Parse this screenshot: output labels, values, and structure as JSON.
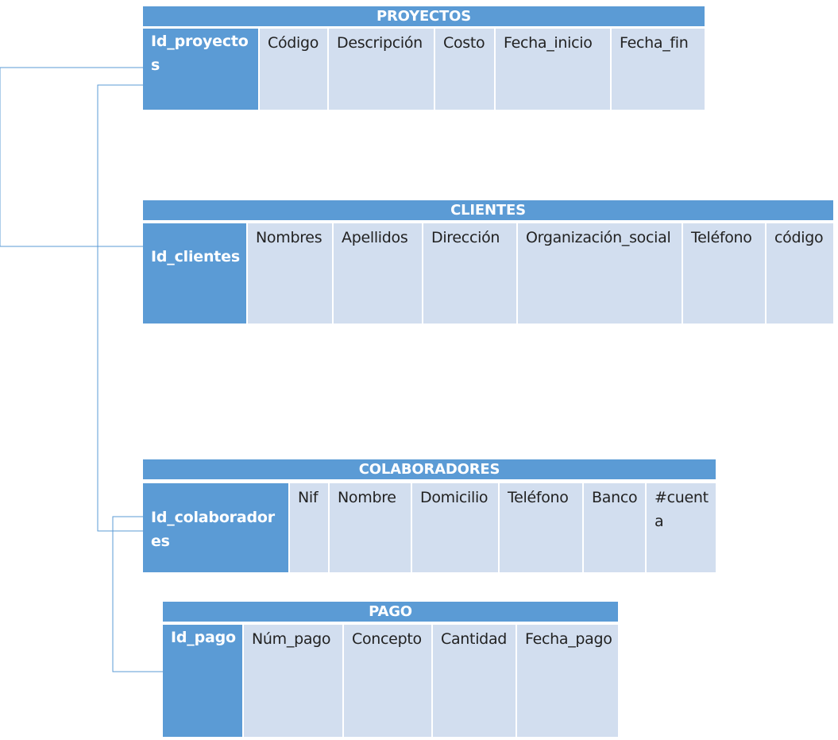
{
  "colors": {
    "header": "#5b9bd5",
    "primary_key": "#5b9bd5",
    "attribute": "#d2deef",
    "connector": "#5b9bd5"
  },
  "tables": [
    {
      "title": "PROYECTOS",
      "primary_key": "Id_proyectos",
      "attributes": [
        "Código",
        "Descripción",
        "Costo",
        "Fecha_inicio",
        "Fecha_fin"
      ]
    },
    {
      "title": "CLIENTES",
      "primary_key": "Id_clientes",
      "attributes": [
        "Nombres",
        "Apellidos",
        "Dirección",
        "Organización_social",
        "Teléfono",
        "código"
      ]
    },
    {
      "title": "COLABORADORES",
      "primary_key": "Id_colaboradores",
      "attributes": [
        "Nif",
        "Nombre",
        "Domicilio",
        "Teléfono",
        "Banco",
        "#cuenta"
      ]
    },
    {
      "title": "PAGO",
      "primary_key": "Id_pago",
      "attributes": [
        "Núm_pago",
        "Concepto",
        "Cantidad",
        "Fecha_pago"
      ]
    }
  ],
  "relationships": [
    {
      "from": "PROYECTOS.Id_proyectos",
      "to": "CLIENTES.Id_clientes"
    },
    {
      "from": "PROYECTOS.Id_proyectos",
      "to": "COLABORADORES.Id_colaboradores"
    },
    {
      "from": "COLABORADORES.Id_colaboradores",
      "to": "PAGO.Id_pago"
    }
  ]
}
